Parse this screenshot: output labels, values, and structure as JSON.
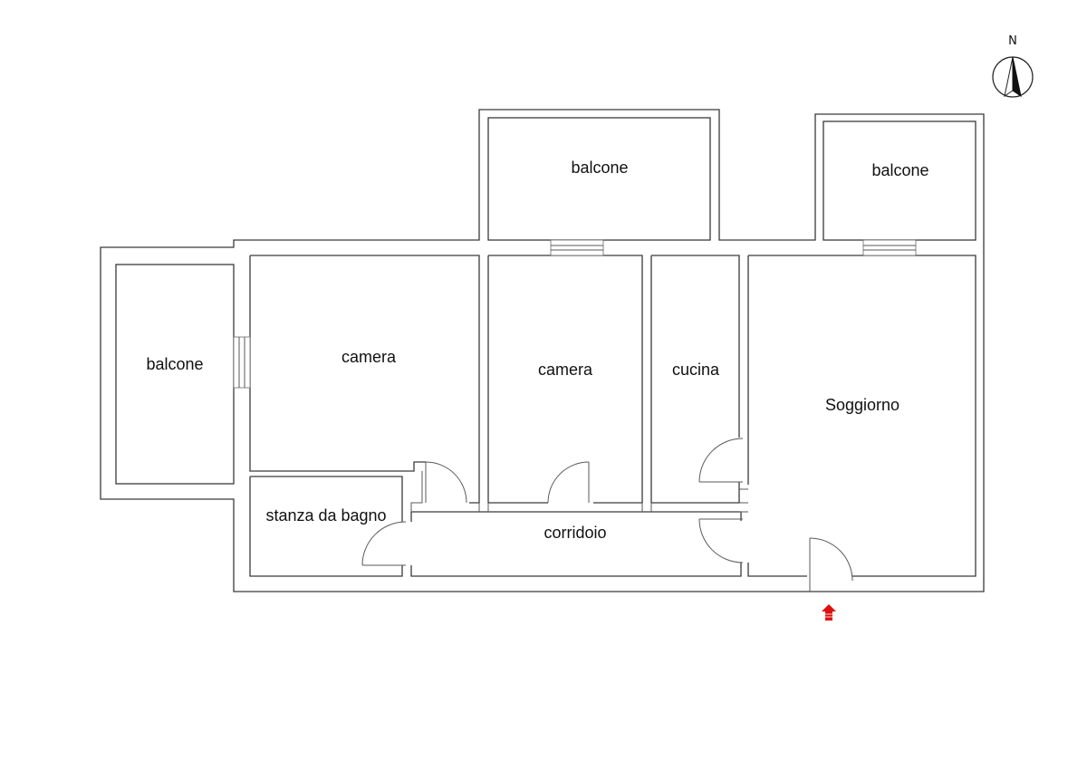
{
  "north": {
    "letter": "N"
  },
  "rooms": {
    "balcone_west": "balcone",
    "balcone_north_center": "balcone",
    "balcone_north_east": "balcone",
    "camera_1": "camera",
    "camera_2": "camera",
    "cucina": "cucina",
    "soggiorno": "Soggiorno",
    "bagno": "stanza da bagno",
    "corridoio": "corridoio"
  },
  "colors": {
    "wall": "#3a3a3a",
    "entrance_arrow": "#e01010"
  },
  "icons": {
    "north": "north-arrow-icon",
    "entrance": "entrance-arrow-icon"
  }
}
